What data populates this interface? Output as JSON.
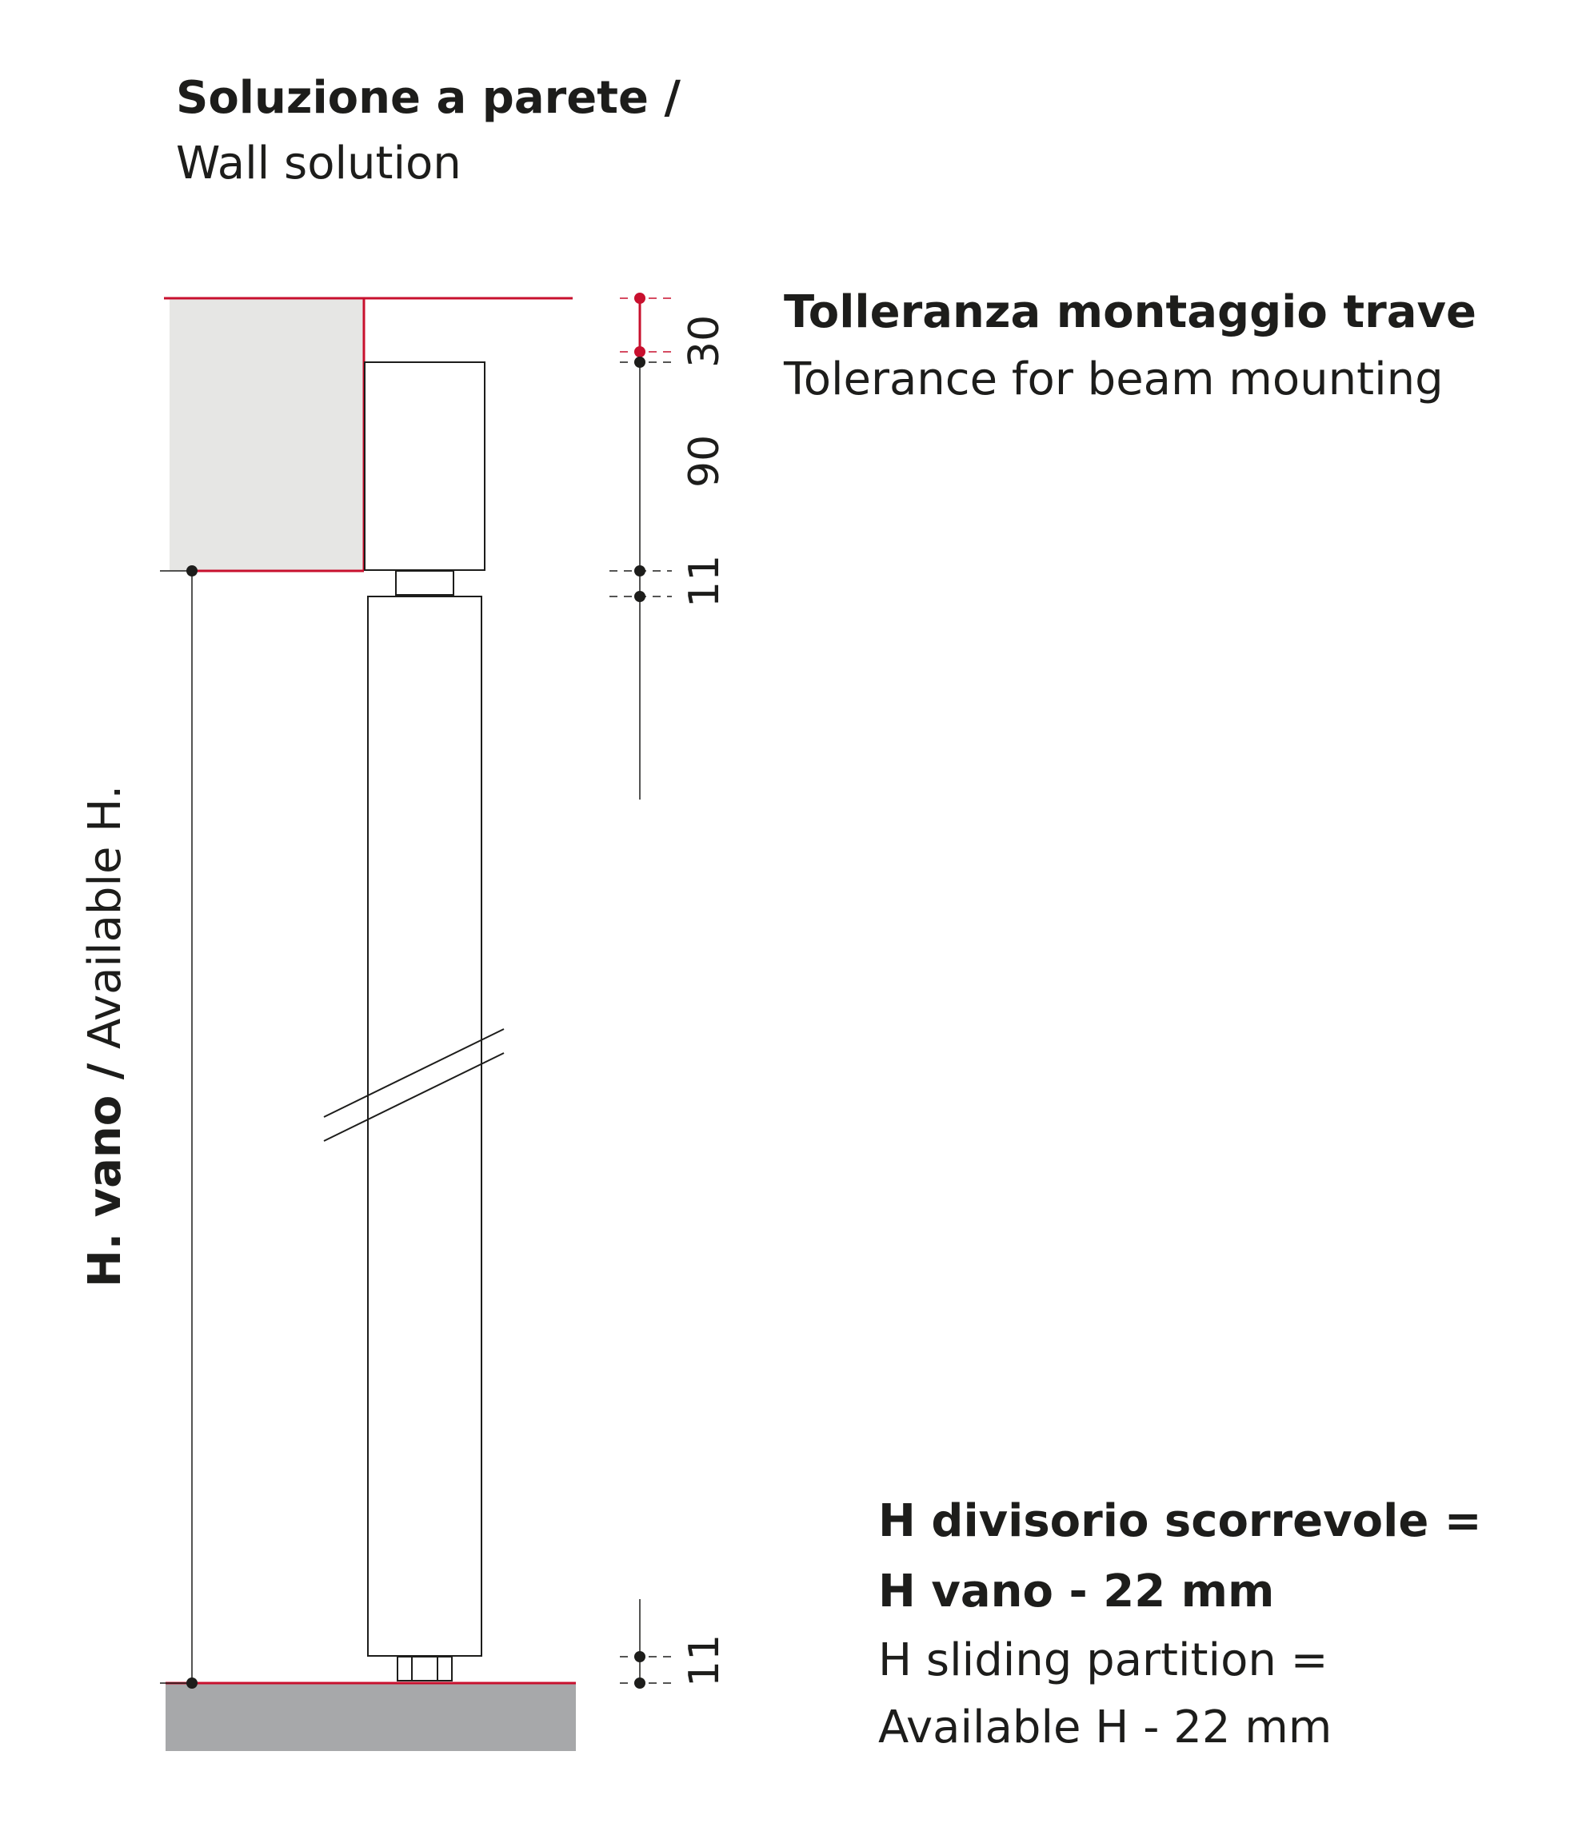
{
  "heading": {
    "line1": "Soluzione a parete /",
    "line2": "Wall solution"
  },
  "tolerance": {
    "label_it": "Tolleranza montaggio trave",
    "label_en": "Tolerance for beam mounting"
  },
  "formula": {
    "it_line1": "H divisorio scorrevole =",
    "it_line2": "H vano - 22 mm",
    "en_line1": "H sliding partition =",
    "en_line2": "Available H - 22 mm"
  },
  "side_label": {
    "bold": "H. vano /",
    "light": " Available H."
  },
  "dimensions": {
    "tolerance": "30",
    "beam": "90",
    "top_gap": "11",
    "bottom_gap": "11"
  },
  "colors": {
    "accent_red": "#c8102e",
    "wall_fill": "#e6e6e4",
    "floor_fill": "#a7a8aa",
    "line": "#1d1d1b"
  }
}
